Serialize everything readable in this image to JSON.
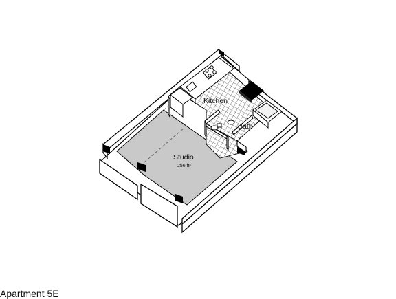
{
  "rooms": {
    "kitchen": "Kitchen",
    "bath": "Bath",
    "studio": "Studio",
    "studio_area": "256 ft²"
  },
  "caption": "Apartment 5E",
  "colors": {
    "studio_floor": "#c9c9c9",
    "tile": "#ffffff",
    "tile_grid": "#555555",
    "wall_outline": "#000000",
    "fixture": "#000000"
  }
}
